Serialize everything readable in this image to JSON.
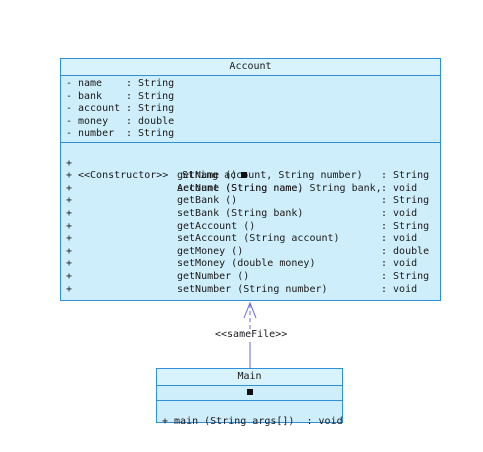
{
  "account": {
    "title": "Account",
    "attributes": [
      {
        "vis": "-",
        "name": "name",
        "type": ": String"
      },
      {
        "vis": "-",
        "name": "bank",
        "type": ": String"
      },
      {
        "vis": "-",
        "name": "account",
        "type": ": String"
      },
      {
        "vis": "-",
        "name": "money",
        "type": ": double"
      },
      {
        "vis": "-",
        "name": "number",
        "type": ": String"
      }
    ],
    "constructor": {
      "vis": "+",
      "stereotype": "<<Constructor>>",
      "line1": "Account (String name, String bank,",
      "line2": "String account, String number)"
    },
    "methods": [
      {
        "vis": "+",
        "sig": "getName ()",
        "ret": ": String",
        "marker": true
      },
      {
        "vis": "+",
        "sig": "setName (String name)",
        "ret": ": void"
      },
      {
        "vis": "+",
        "sig": "getBank ()",
        "ret": ": String"
      },
      {
        "vis": "+",
        "sig": "setBank (String bank)",
        "ret": ": void"
      },
      {
        "vis": "+",
        "sig": "getAccount ()",
        "ret": ": String"
      },
      {
        "vis": "+",
        "sig": "setAccount (String account)",
        "ret": ": void"
      },
      {
        "vis": "+",
        "sig": "getMoney ()",
        "ret": ": double"
      },
      {
        "vis": "+",
        "sig": "setMoney (double money)",
        "ret": ": void"
      },
      {
        "vis": "+",
        "sig": "getNumber ()",
        "ret": ": String"
      },
      {
        "vis": "+",
        "sig": "setNumber (String number)",
        "ret": ": void"
      }
    ]
  },
  "relation": {
    "stereotype": "<<sameFile>>"
  },
  "main": {
    "title": "Main",
    "method": "+ main (String args[])  : void"
  },
  "colors": {
    "box_fill": "#cfeefb",
    "box_border": "#2f8fd8",
    "line": "#6a6ad8"
  }
}
